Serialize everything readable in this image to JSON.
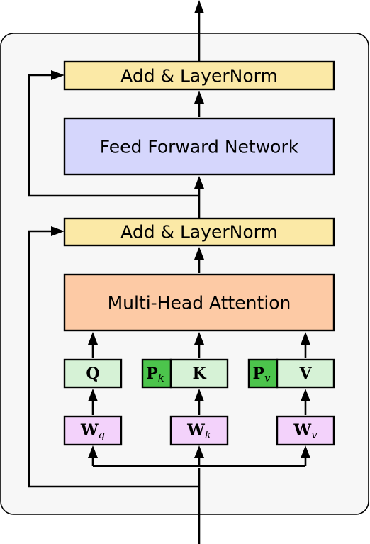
{
  "blocks": {
    "add_norm_top": "Add & LayerNorm",
    "feed_forward": "Feed Forward Network",
    "add_norm_bottom": "Add & LayerNorm",
    "attention": "Multi-Head Attention"
  },
  "inputs": {
    "q": "Q",
    "k": "K",
    "v": "V",
    "pk_main": "P",
    "pk_sub": "k",
    "pv_main": "P",
    "pv_sub": "v"
  },
  "weights": {
    "wq_main": "W",
    "wq_sub": "q",
    "wk_main": "W",
    "wk_sub": "k",
    "wv_main": "W",
    "wv_sub": "v"
  },
  "colors": {
    "container_bg": "#f7f7f7",
    "add_norm": "#fbe9a6",
    "feed_forward": "#d5d6fc",
    "attention": "#fdcaa5",
    "qkv": "#d6f2d6",
    "prefix": "#4cc44c",
    "weight": "#f3d2fb"
  }
}
